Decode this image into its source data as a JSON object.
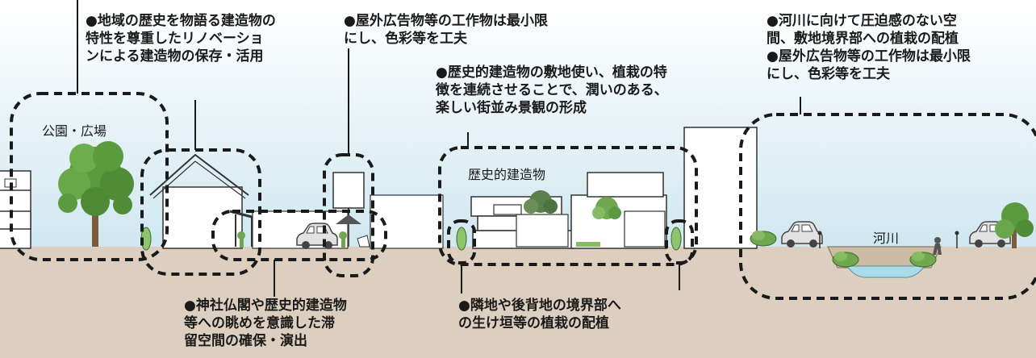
{
  "labels": {
    "park": "公園・広場",
    "historic_building": "歴史的建造物",
    "river": "河川"
  },
  "notes": {
    "renovation": "●地域の歴史を物語る建造物の\n特性を尊重したリノベーショ\nンによる建造物の保存・活用",
    "ad_center": "●屋外広告物等の工作物は最小限\nにし、色彩等を工夫",
    "streetscape": "●歴史的建造物の敷地使い、植栽の特\n徴を連続させることで、潤いのある、\n楽しい街並み景観の形成",
    "river_right": "●河川に向けて圧迫感のない空\n間、敷地境界部への植栽の配植\n●屋外広告物等の工作物は最小限\nにし、色彩等を工夫",
    "shrine_view": "●神社仏閣や歴史的建造物\n等への眺めを意識した滞\n留空間の確保・演出",
    "boundary": "●隣地や後背地の境界部へ\nの生け垣等の植栽の配植"
  },
  "colors": {
    "ground": "#dccfbf",
    "water": "#a9dbe8",
    "tree": "#5b9a3e",
    "outline": "#333333",
    "dash": "#1a1a1a"
  }
}
